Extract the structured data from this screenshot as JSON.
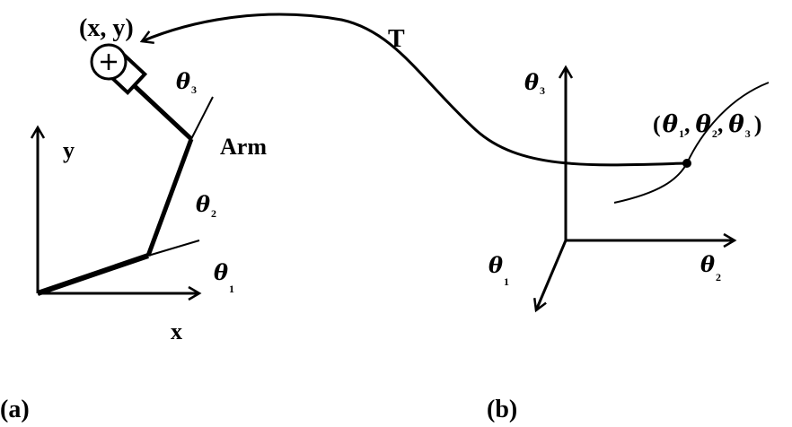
{
  "panel_a": {
    "caption": "(a)",
    "point_label": "(x, y)",
    "arm_label": "Arm",
    "x_axis": "x",
    "y_axis": "y",
    "joints": [
      {
        "symbol": "θ",
        "sub": "1"
      },
      {
        "symbol": "θ",
        "sub": "2"
      },
      {
        "symbol": "θ",
        "sub": "3"
      }
    ]
  },
  "panel_b": {
    "caption": "(b)",
    "axes": [
      {
        "symbol": "θ",
        "sub": "1"
      },
      {
        "symbol": "θ",
        "sub": "2"
      },
      {
        "symbol": "θ",
        "sub": "3"
      }
    ],
    "point": {
      "open": "(",
      "close": ")",
      "sep": ",",
      "coords": [
        {
          "symbol": "θ",
          "sub": "1"
        },
        {
          "symbol": "θ",
          "sub": "2"
        },
        {
          "symbol": "θ",
          "sub": "3"
        }
      ]
    }
  },
  "transform_label": "T"
}
